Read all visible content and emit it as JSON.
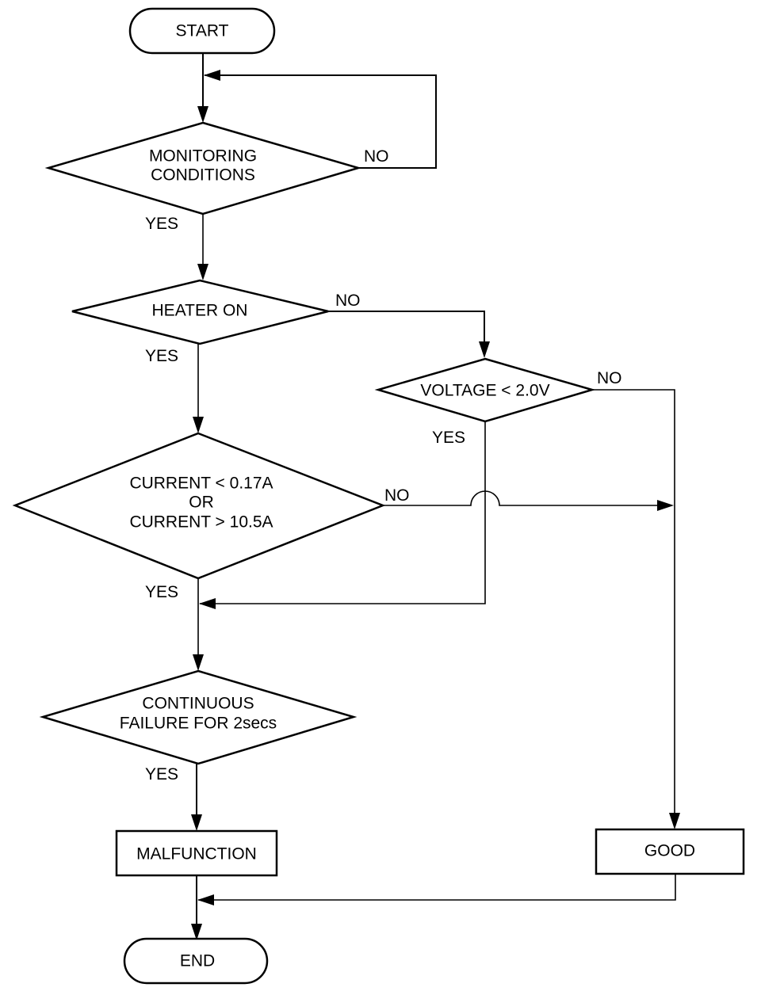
{
  "flowchart": {
    "nodes": {
      "start": {
        "type": "terminal",
        "label": "START"
      },
      "monitoring": {
        "type": "decision",
        "lines": [
          "MONITORING",
          "CONDITIONS"
        ]
      },
      "heater": {
        "type": "decision",
        "lines": [
          "HEATER ON"
        ]
      },
      "voltage": {
        "type": "decision",
        "lines": [
          "VOLTAGE < 2.0V"
        ]
      },
      "current": {
        "type": "decision",
        "lines": [
          "CURRENT < 0.17A",
          "OR",
          "CURRENT > 10.5A"
        ]
      },
      "continuous": {
        "type": "decision",
        "lines": [
          "CONTINUOUS",
          "FAILURE FOR 2secs"
        ]
      },
      "malfunction": {
        "type": "process",
        "label": "MALFUNCTION"
      },
      "good": {
        "type": "process",
        "label": "GOOD"
      },
      "end": {
        "type": "terminal",
        "label": "END"
      }
    },
    "edges": [
      {
        "from": "start",
        "to": "monitoring",
        "label": ""
      },
      {
        "from": "monitoring",
        "to": "monitoring",
        "label": "NO"
      },
      {
        "from": "monitoring",
        "to": "heater",
        "label": "YES"
      },
      {
        "from": "heater",
        "to": "voltage",
        "label": "NO"
      },
      {
        "from": "heater",
        "to": "current",
        "label": "YES"
      },
      {
        "from": "voltage",
        "to": "good",
        "label": "NO"
      },
      {
        "from": "voltage",
        "to": "continuous",
        "label": "YES"
      },
      {
        "from": "current",
        "to": "good",
        "label": "NO"
      },
      {
        "from": "current",
        "to": "continuous",
        "label": "YES"
      },
      {
        "from": "continuous",
        "to": "malfunction",
        "label": "YES"
      },
      {
        "from": "malfunction",
        "to": "end",
        "label": ""
      },
      {
        "from": "good",
        "to": "end",
        "label": ""
      }
    ],
    "edge_labels": {
      "monitoring_no": "NO",
      "monitoring_yes": "YES",
      "heater_no": "NO",
      "heater_yes": "YES",
      "voltage_no": "NO",
      "voltage_yes": "YES",
      "current_no": "NO",
      "current_yes": "YES",
      "continuous_yes": "YES"
    }
  }
}
